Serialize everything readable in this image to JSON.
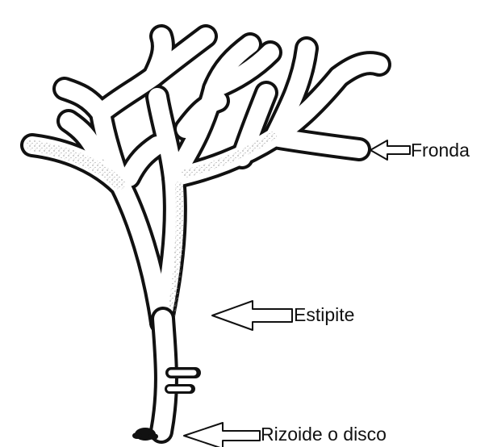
{
  "labels": {
    "fronda": "Fronda",
    "estipite": "Estipite",
    "rizoide": "Rizoide o disco"
  },
  "colors": {
    "outline": "#111111",
    "fill": "#ffffff",
    "stipple": "#9a9a9a"
  }
}
